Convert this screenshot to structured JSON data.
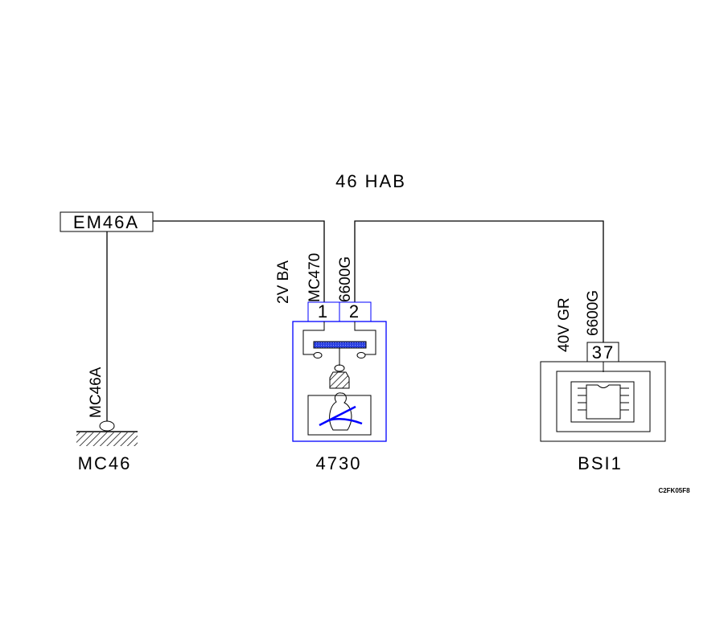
{
  "harness": "46 HAB",
  "splice": {
    "label": "EM46A"
  },
  "ground": {
    "label": "MC46",
    "wire": "MC46A"
  },
  "component_4730": {
    "label": "4730",
    "pins": [
      "1",
      "2"
    ],
    "wire1": {
      "section_color": "2V BA",
      "id": "MC470"
    },
    "wire2": {
      "id": "6600G"
    }
  },
  "component_bsi": {
    "label": "BSI1",
    "pin": "37",
    "wire": {
      "section_color": "40V GR",
      "id": "6600G"
    }
  },
  "reference_code": "C2FK05F8",
  "colors": {
    "component": "#0000ff",
    "line": "#000000"
  }
}
